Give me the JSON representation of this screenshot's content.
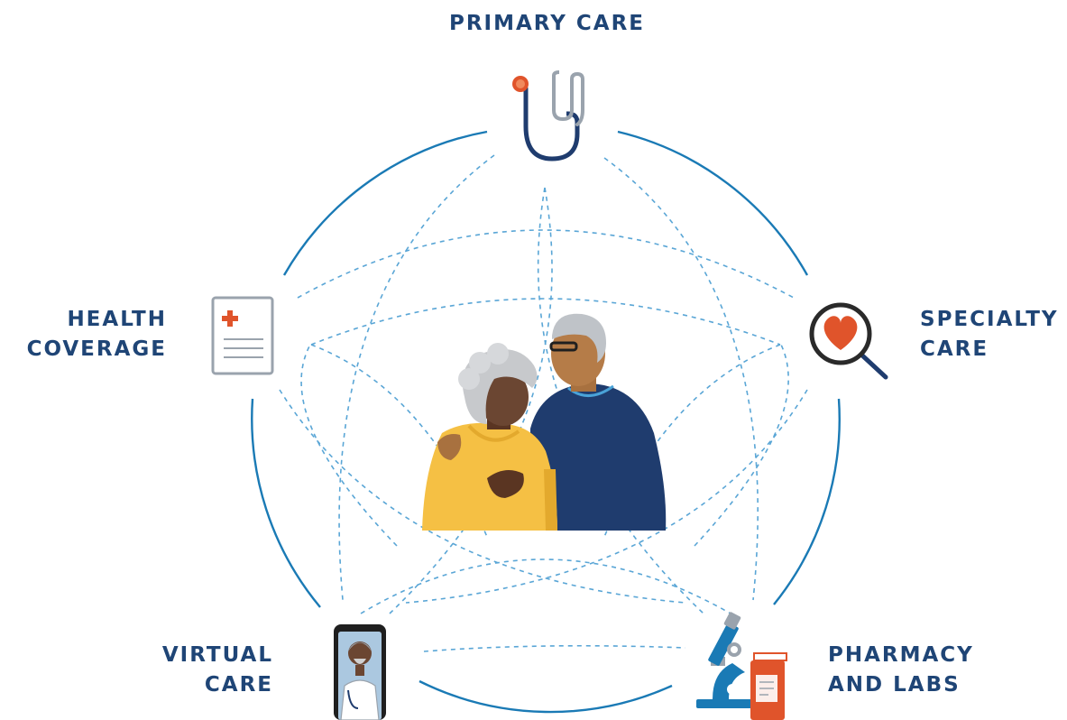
{
  "labels": {
    "primary_care": "PRIMARY CARE",
    "health_coverage": [
      "HEALTH",
      "COVERAGE"
    ],
    "specialty_care": [
      "SPECIALTY",
      "CARE"
    ],
    "virtual_care": [
      "VIRTUAL",
      "CARE"
    ],
    "pharmacy_labs": [
      "PHARMACY",
      "AND LABS"
    ]
  },
  "colors": {
    "label_text": "#1f4576",
    "outer_ring": "#1a7ab5",
    "dashed_lines": "#5aa6d6",
    "accent_orange": "#e0542b",
    "navy": "#1f3c6e",
    "yellow": "#f5c044"
  },
  "icons": {
    "primary_care": "stethoscope-icon",
    "health_coverage": "insurance-document-icon",
    "specialty_care": "heart-magnifier-icon",
    "virtual_care": "video-call-phone-icon",
    "pharmacy_labs": "microscope-pill-bottle-icon",
    "center": "couple-illustration"
  }
}
